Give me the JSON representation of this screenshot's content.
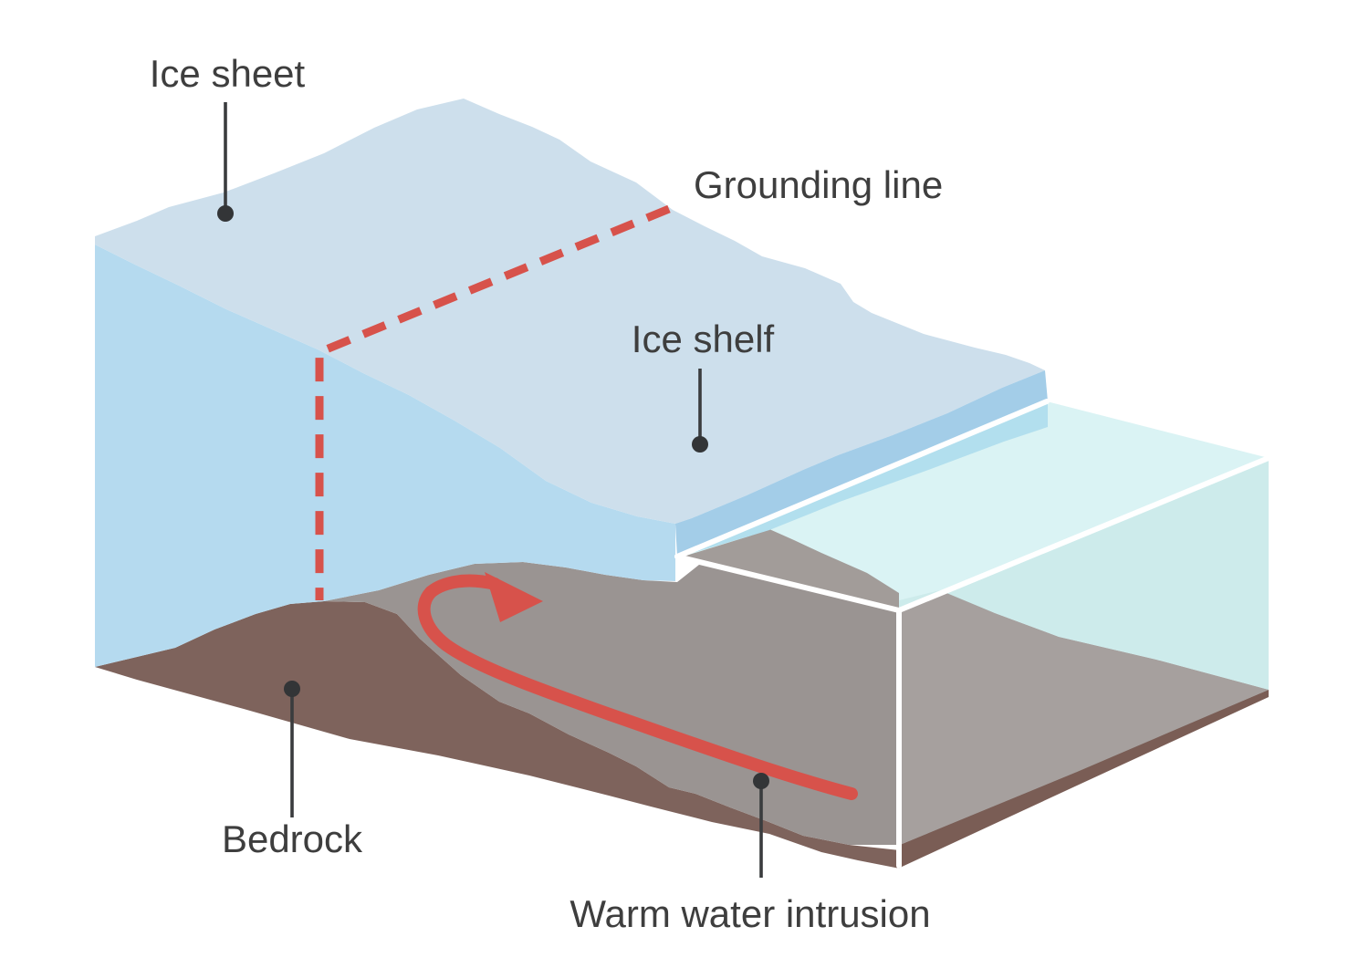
{
  "figure": {
    "type": "3d-cutaway-diagram",
    "subject": "Ice sheet, ice shelf and grounding line with warm water intrusion",
    "labels": {
      "ice_sheet": "Ice sheet",
      "grounding_line": "Grounding line",
      "ice_shelf": "Ice shelf",
      "bedrock": "Bedrock",
      "warm_water_intrusion": "Warm water intrusion"
    },
    "palette": {
      "background": "#ffffff",
      "ice_top": "#cddfec",
      "ice_front": "#b5daef",
      "shelf_front_above_water": "#a3cde8",
      "shelf_front_below_water": "#b2dfee",
      "ocean_surface": "#daf3f4",
      "ocean_side": "#cdebeb",
      "seabed": "#9a9492",
      "seabed_through_water": "#a29c99",
      "seabed_side": "#a6a09e",
      "bedrock_front": "#7e635c",
      "bedrock_edge": "#7a5d55",
      "warm_water_red": "#d7524b",
      "outline_white": "#ffffff",
      "label_ink": "#3e3e3e",
      "leader_line": "#3a3c3e",
      "leader_dot": "#333537"
    }
  }
}
